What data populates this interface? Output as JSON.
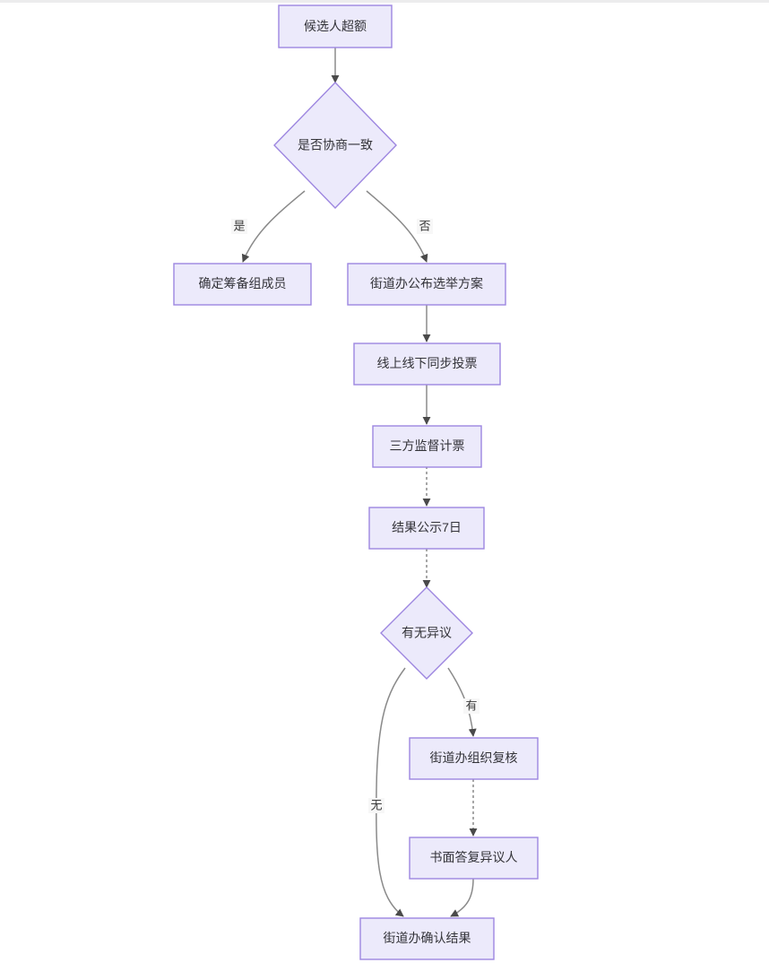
{
  "diagram": {
    "type": "flowchart",
    "title": "",
    "orientation": "top-to-bottom",
    "theme": {
      "node_fill": "#ECEAFB",
      "node_border": "#9D86E0",
      "node_text": "#333338",
      "edge_color": "#8a8a8a",
      "background": "#FFFFFF"
    },
    "nodes": [
      {
        "id": "n1",
        "shape": "rectangle",
        "label": "候选人超额"
      },
      {
        "id": "n2",
        "shape": "diamond",
        "label": "是否协商一致"
      },
      {
        "id": "n3",
        "shape": "rectangle",
        "label": "确定筹备组成员"
      },
      {
        "id": "n4",
        "shape": "rectangle",
        "label": "街道办公布选举方案"
      },
      {
        "id": "n5",
        "shape": "rectangle",
        "label": "线上线下同步投票"
      },
      {
        "id": "n6",
        "shape": "rectangle",
        "label": "三方监督计票"
      },
      {
        "id": "n7",
        "shape": "rectangle",
        "label": "结果公示7日"
      },
      {
        "id": "n8",
        "shape": "diamond",
        "label": "有无异议"
      },
      {
        "id": "n9",
        "shape": "rectangle",
        "label": "街道办组织复核"
      },
      {
        "id": "n10",
        "shape": "rectangle",
        "label": "书面答复异议人"
      },
      {
        "id": "n11",
        "shape": "rectangle",
        "label": "街道办确认结果"
      }
    ],
    "edges": [
      {
        "id": "e1",
        "from": "n1",
        "to": "n2",
        "label": "",
        "style": "solid"
      },
      {
        "id": "e2",
        "from": "n2",
        "to": "n3",
        "label": "是",
        "style": "solid"
      },
      {
        "id": "e3",
        "from": "n2",
        "to": "n4",
        "label": "否",
        "style": "solid"
      },
      {
        "id": "e4",
        "from": "n4",
        "to": "n5",
        "label": "",
        "style": "solid"
      },
      {
        "id": "e5",
        "from": "n5",
        "to": "n6",
        "label": "",
        "style": "solid"
      },
      {
        "id": "e6",
        "from": "n6",
        "to": "n7",
        "label": "",
        "style": "dashed"
      },
      {
        "id": "e7",
        "from": "n7",
        "to": "n8",
        "label": "",
        "style": "dashed"
      },
      {
        "id": "e8",
        "from": "n8",
        "to": "n9",
        "label": "有",
        "style": "solid"
      },
      {
        "id": "e9",
        "from": "n8",
        "to": "n11",
        "label": "无",
        "style": "solid"
      },
      {
        "id": "e10",
        "from": "n9",
        "to": "n10",
        "label": "",
        "style": "dashed"
      },
      {
        "id": "e11",
        "from": "n10",
        "to": "n11",
        "label": "",
        "style": "solid"
      }
    ]
  }
}
